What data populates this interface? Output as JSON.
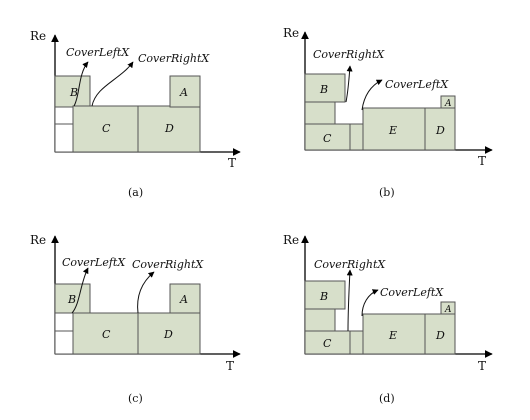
{
  "axes": {
    "y_label": "Re",
    "x_label": "T"
  },
  "panels": [
    {
      "id": "a",
      "caption": "(a)",
      "blocks": {
        "A": "A",
        "B": "B",
        "C": "C",
        "D": "D"
      },
      "annotations": {
        "left": "CoverLeftX",
        "right": "CoverRightX"
      }
    },
    {
      "id": "b",
      "caption": "(b)",
      "blocks": {
        "A": "A",
        "B": "B",
        "C": "C",
        "D": "D",
        "E": "E"
      },
      "annotations": {
        "top": "CoverRightX",
        "mid": "CoverLeftX"
      }
    },
    {
      "id": "c",
      "caption": "(c)",
      "blocks": {
        "A": "A",
        "B": "B",
        "C": "C",
        "D": "D"
      },
      "annotations": {
        "left": "CoverLeftX",
        "right": "CoverRightX"
      }
    },
    {
      "id": "d",
      "caption": "(d)",
      "blocks": {
        "A": "A",
        "B": "B",
        "C": "C",
        "D": "D",
        "E": "E"
      },
      "annotations": {
        "top": "CoverRightX",
        "mid": "CoverLeftX"
      }
    }
  ],
  "colors": {
    "block_fill": "#d7dfca",
    "block_stroke": "#555555",
    "axis": "#000000"
  }
}
